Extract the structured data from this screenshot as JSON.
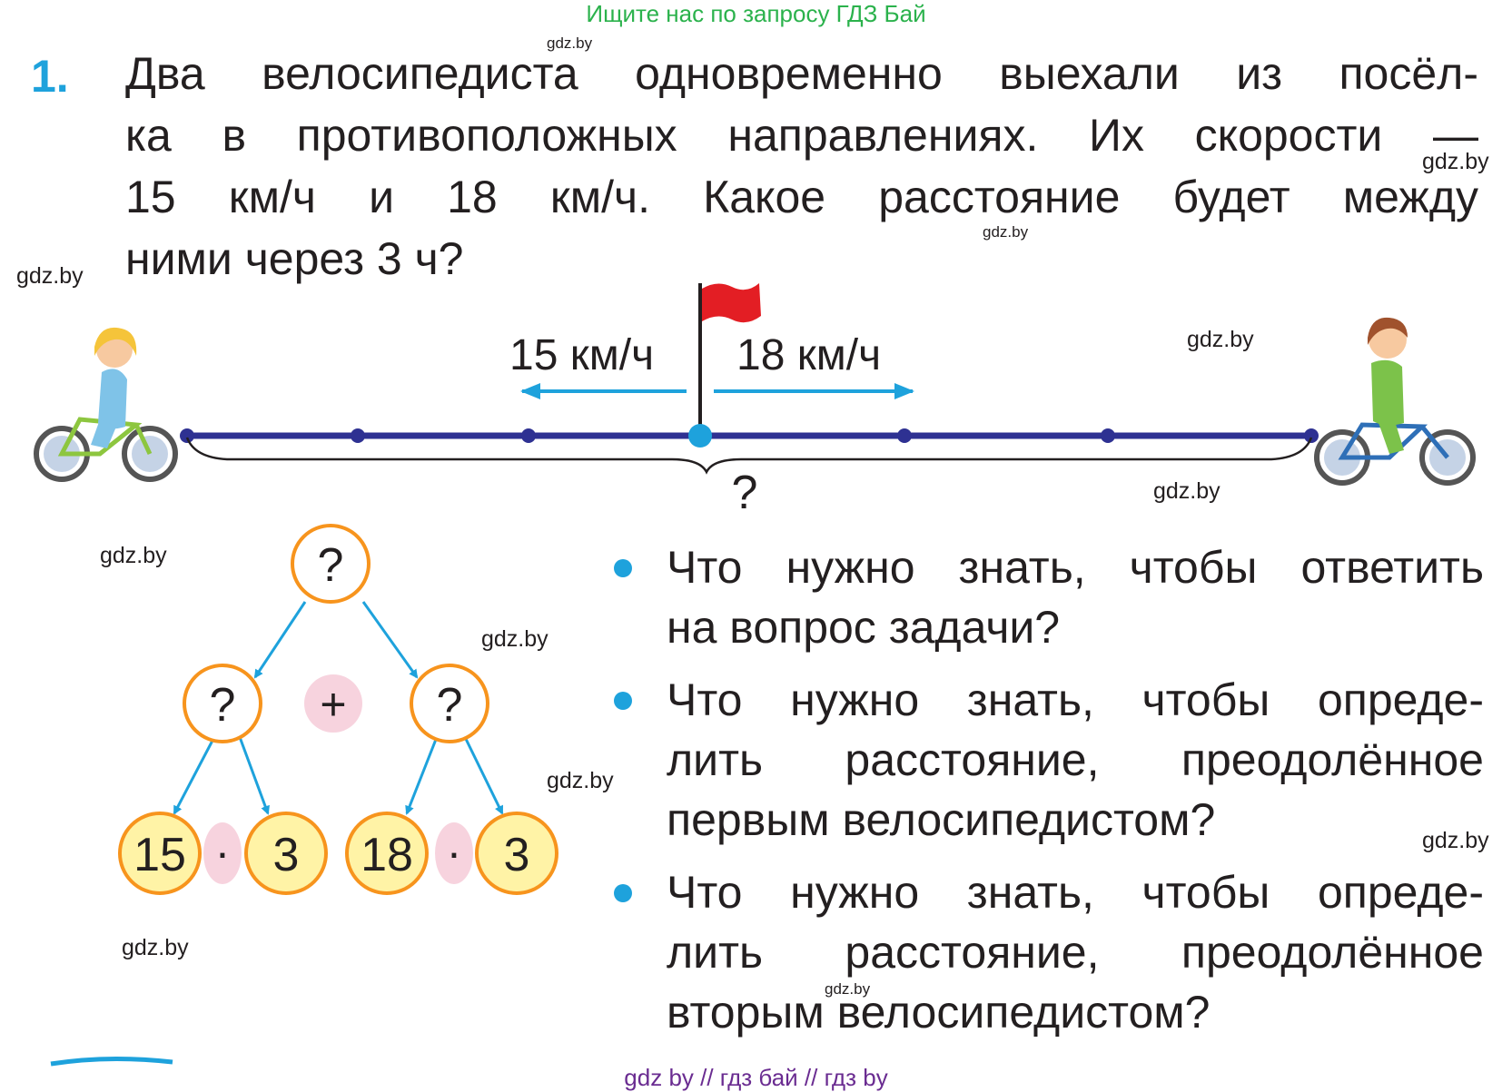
{
  "banner": "Ищите нас по запросу ГДЗ Бай",
  "footer": "gdz by  //  гдз бай  //  гдз by",
  "watermark": "gdz.by",
  "task": {
    "number": "1.",
    "lines": [
      "Два велосипедиста одновременно выехали из посёл-",
      "ка в противоположных направлениях. Их скорости —",
      "15 км/ч и 18 км/ч. Какое расстояние будет между",
      "ними через 3 ч?"
    ]
  },
  "diagram": {
    "speed_left": "15 км/ч",
    "speed_right": "18 км/ч",
    "distance_label": "?",
    "cyclist_left": "girl-cyclist-icon",
    "cyclist_right": "boy-cyclist-icon",
    "flag": "red-flag-icon"
  },
  "tree": {
    "root": "?",
    "left": "?",
    "right": "?",
    "op_add": "+",
    "op_mul": "·",
    "leaves": [
      "15",
      "3",
      "18",
      "3"
    ]
  },
  "questions": [
    [
      "Что нужно знать, чтобы ответить",
      "на вопрос задачи?"
    ],
    [
      "Что нужно знать, чтобы опреде-",
      "лить расстояние, преодолённое",
      "первым велосипедистом?"
    ],
    [
      "Что нужно знать, чтобы опреде-",
      "лить расстояние, преодолённое",
      "вторым велосипедистом?"
    ]
  ],
  "colors": {
    "accent_blue": "#1ea2dc",
    "line_navy": "#2e3192",
    "circle_orange": "#f7941d",
    "leaf_yellow": "#fff3a6",
    "op_pink": "#f7d3de",
    "flag_red": "#e31e24",
    "banner_green": "#2bb24c",
    "footer_purple": "#6a2c91"
  }
}
